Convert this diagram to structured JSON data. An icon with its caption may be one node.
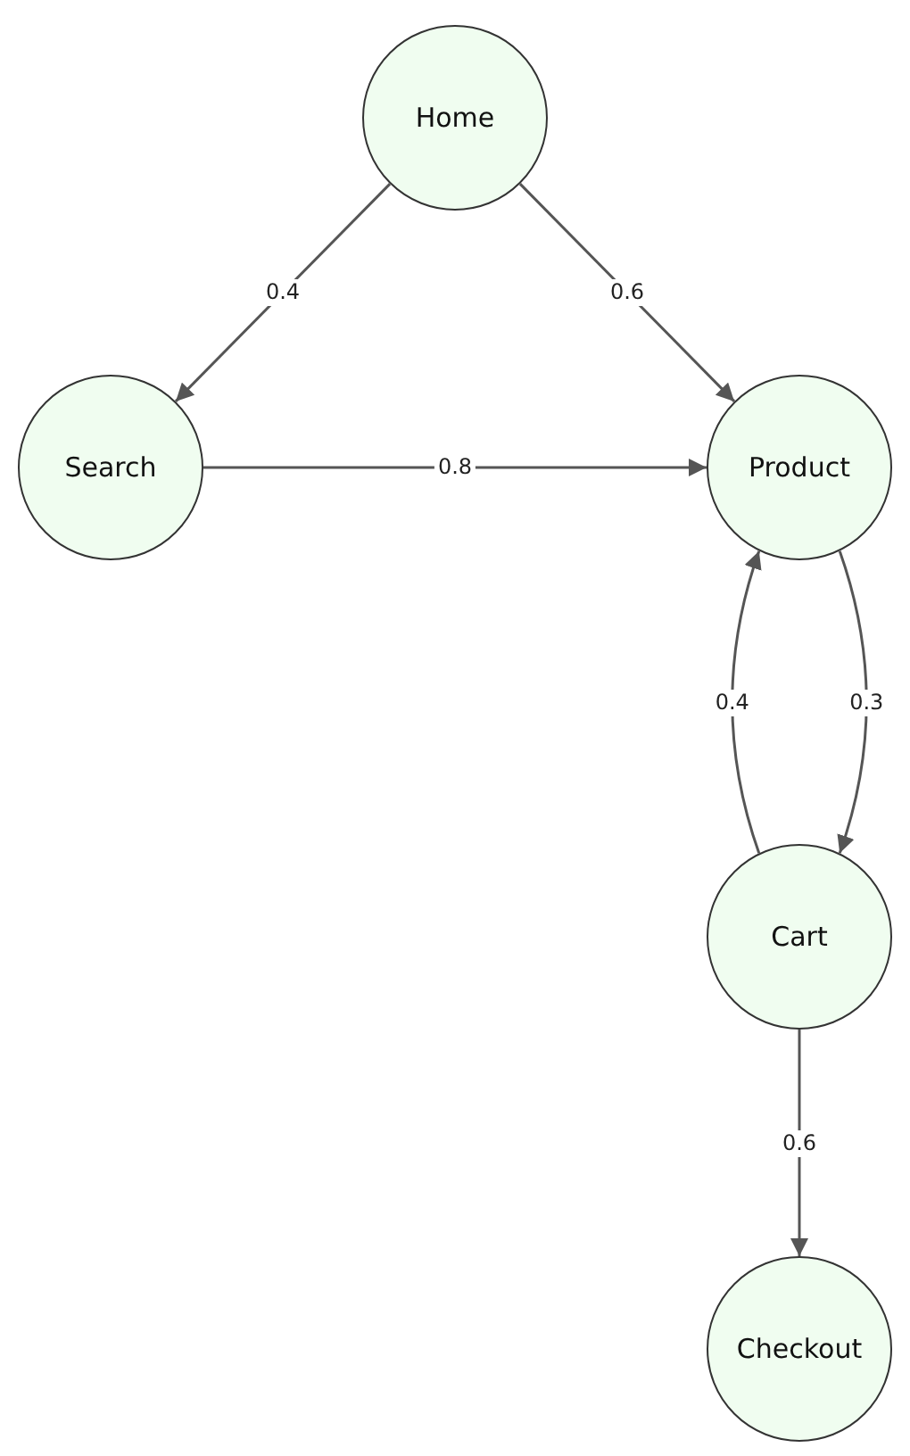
{
  "diagram": {
    "nodes": [
      {
        "text": [
          "Home"
        ]
      },
      {
        "text": [
          "Search"
        ]
      },
      {
        "text": [
          "Product"
        ]
      },
      {
        "text": [
          "Cart"
        ]
      },
      {
        "text": [
          "Checkout"
        ]
      }
    ],
    "edges": [
      {
        "from": 0,
        "to": 1,
        "label": "0.4",
        "arrow": "to"
      },
      {
        "from": 0,
        "to": 2,
        "label": "0.6",
        "arrow": "to"
      },
      {
        "from": 1,
        "to": 2,
        "label": "0.8",
        "arrow": "to"
      },
      {
        "from": 3,
        "to": 2,
        "label": "0.4",
        "arrow": "to"
      },
      {
        "from": 2,
        "to": 3,
        "label": "0.3",
        "arrow": "to"
      },
      {
        "from": 3,
        "to": 4,
        "label": "0.6",
        "arrow": "to"
      }
    ]
  }
}
